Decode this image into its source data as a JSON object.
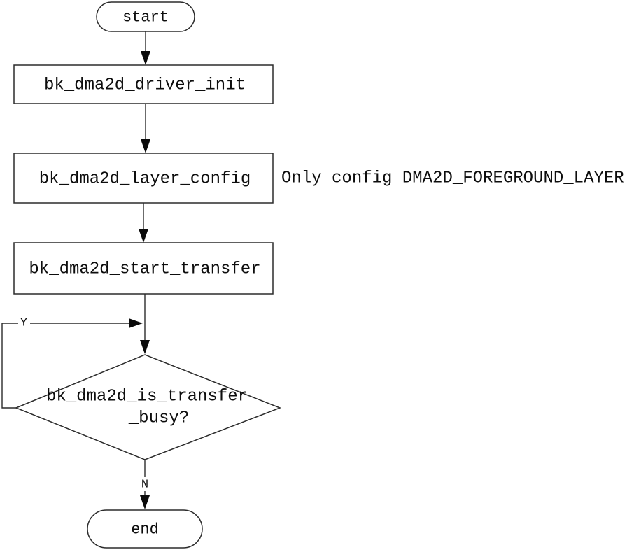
{
  "diagram": {
    "type": "flowchart",
    "nodes": {
      "start": {
        "label": "start",
        "shape": "terminator"
      },
      "driver_init": {
        "label": "bk_dma2d_driver_init",
        "shape": "process"
      },
      "layer_config": {
        "label": "bk_dma2d_layer_config",
        "shape": "process"
      },
      "start_transfer": {
        "label": "bk_dma2d_start_transfer",
        "shape": "process"
      },
      "busy_decision": {
        "label_line1": "bk_dma2d_is_transfer",
        "label_line2": "_busy?",
        "shape": "decision"
      },
      "end": {
        "label": "end",
        "shape": "terminator"
      }
    },
    "annotation": {
      "layer_config_note": "Only config DMA2D_FOREGROUND_LAYER"
    },
    "edge_labels": {
      "loop_yes": "Y",
      "exit_no": "N"
    },
    "edges": [
      {
        "from": "start",
        "to": "driver_init"
      },
      {
        "from": "driver_init",
        "to": "layer_config"
      },
      {
        "from": "layer_config",
        "to": "start_transfer"
      },
      {
        "from": "start_transfer",
        "to": "busy_decision"
      },
      {
        "from": "busy_decision",
        "to": "busy_decision",
        "label": "Y",
        "route": "left-loop"
      },
      {
        "from": "busy_decision",
        "to": "end",
        "label": "N"
      }
    ],
    "colors": {
      "stroke": "#2b2b2b",
      "arrowhead": "#0a0a0a",
      "text": "#0d0d0d",
      "background": "#ffffff"
    }
  }
}
